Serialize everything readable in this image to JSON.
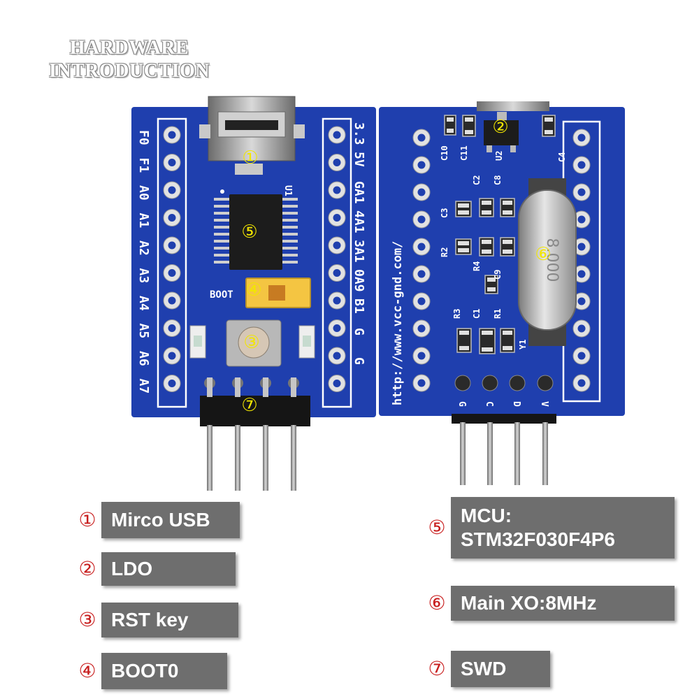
{
  "heading": {
    "line1": "HARDWARE",
    "line2": "INTRODUCTION"
  },
  "board_silkscreen": {
    "left_header_pins": [
      "F0",
      "F1",
      "A0",
      "A1",
      "A2",
      "A3",
      "A4",
      "A5",
      "A6",
      "A7"
    ],
    "right_header_pins": [
      "3.3",
      "5V",
      "GA1",
      "4A1",
      "3A1",
      "0A9",
      "B1",
      "G",
      "G"
    ],
    "boot_label": "BOOT",
    "url": "http://www.vcc-gnd.com/",
    "u1_label": "U1",
    "swd_pins": [
      "G",
      "C",
      "D",
      "V"
    ],
    "components": [
      "C10",
      "C11",
      "U2",
      "C4",
      "C2",
      "C8",
      "C3",
      "R2",
      "R4",
      "C9",
      "R3",
      "C1",
      "R1",
      "Y1"
    ],
    "crystal_marking": "8.000"
  },
  "markers": [
    "①",
    "②",
    "③",
    "④",
    "⑤",
    "⑥",
    "⑦"
  ],
  "legend": [
    {
      "num": "①",
      "lines": [
        "Mirco USB"
      ]
    },
    {
      "num": "②",
      "lines": [
        "LDO"
      ]
    },
    {
      "num": "③",
      "lines": [
        "RST key"
      ]
    },
    {
      "num": "④",
      "lines": [
        "BOOT0"
      ]
    },
    {
      "num": "⑤",
      "lines": [
        "MCU:",
        "STM32F030F4P6"
      ]
    },
    {
      "num": "⑥",
      "lines": [
        "Main XO:8MHz"
      ]
    },
    {
      "num": "⑦",
      "lines": [
        "SWD"
      ]
    }
  ],
  "colors": {
    "pcb": "#1f3fae",
    "label_box": "#6e6e6e",
    "number": "#c81e1e",
    "marker": "#f2e600"
  }
}
